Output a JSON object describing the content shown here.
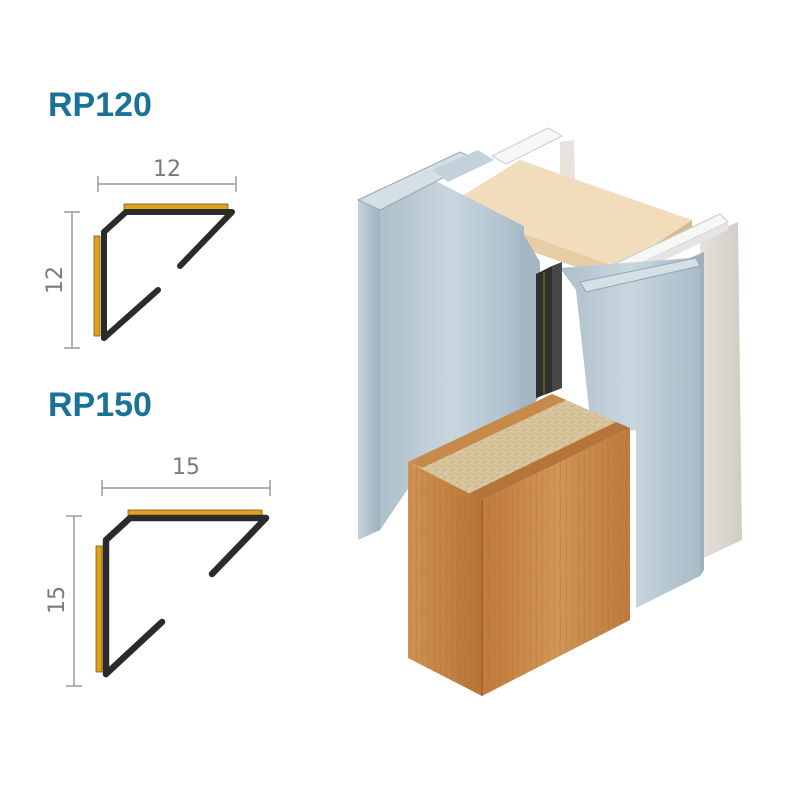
{
  "profiles": [
    {
      "name": "RP120",
      "width_label": "12",
      "height_label": "12"
    },
    {
      "name": "RP150",
      "width_label": "15",
      "height_label": "15"
    }
  ],
  "colors": {
    "title": "#1a7298",
    "profile_black": "#2b2b2b",
    "gasket_orange": "#e0a21c",
    "dimension_line": "#9a9a9a",
    "frame_steel": "#b9c9d3",
    "wall": "#d9d5cf",
    "door_leaf_oak": "#c98b48",
    "door_core": "#d7c39a",
    "insert_wood": "#f1dcbc"
  },
  "icons": [
    "rp120-profile-section",
    "rp150-profile-section",
    "door-frame-illustration"
  ]
}
